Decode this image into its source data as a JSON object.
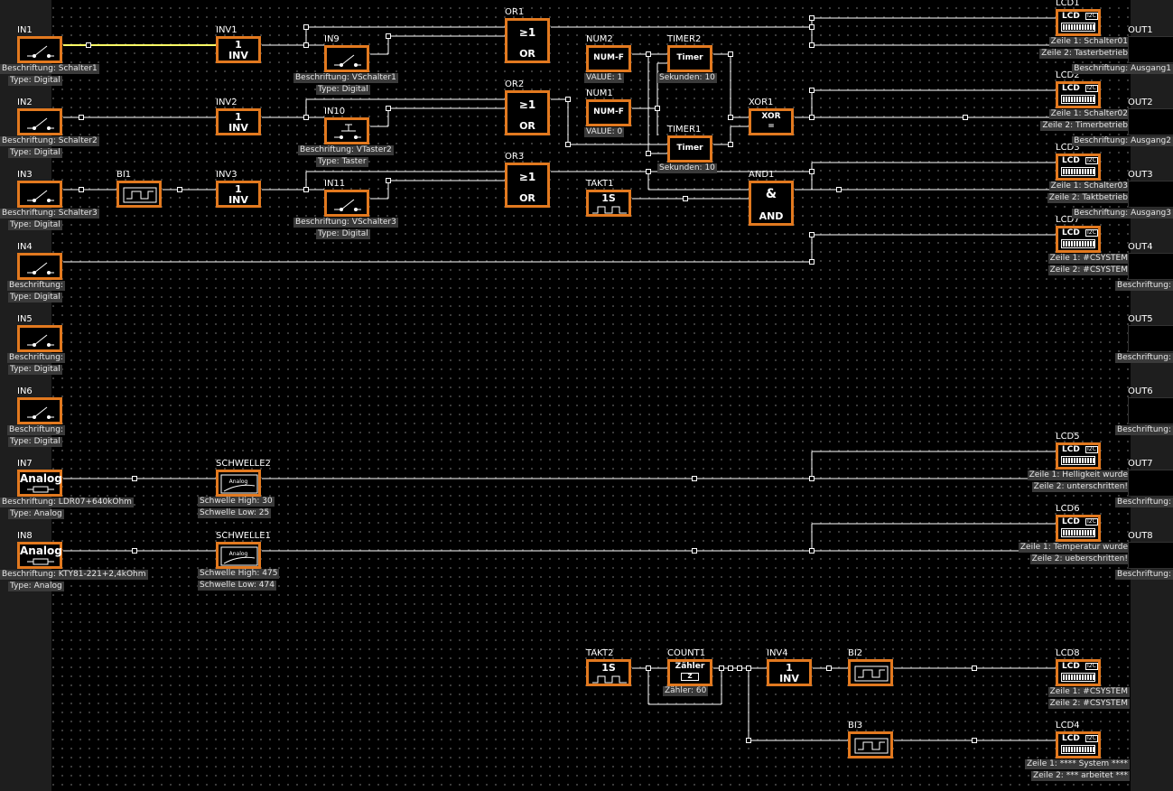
{
  "inputs": [
    {
      "name": "IN1",
      "caption": "Beschriftung: Schalter1",
      "type": "Type: Digital",
      "kind": "switch"
    },
    {
      "name": "IN2",
      "caption": "Beschriftung: Schalter2",
      "type": "Type: Digital",
      "kind": "switch"
    },
    {
      "name": "IN3",
      "caption": "Beschriftung: Schalter3",
      "type": "Type: Digital",
      "kind": "switch"
    },
    {
      "name": "IN4",
      "caption": "Beschriftung:",
      "type": "Type: Digital",
      "kind": "switch"
    },
    {
      "name": "IN5",
      "caption": "Beschriftung:",
      "type": "Type: Digital",
      "kind": "switch"
    },
    {
      "name": "IN6",
      "caption": "Beschriftung:",
      "type": "Type: Digital",
      "kind": "switch"
    },
    {
      "name": "IN7",
      "caption": "Beschriftung: LDR07+640kOhm",
      "type": "Type: Analog",
      "kind": "analog",
      "label": "Analog"
    },
    {
      "name": "IN8",
      "caption": "Beschriftung: KTY81-221+2,4kOhm",
      "type": "Type: Analog",
      "kind": "analog",
      "label": "Analog"
    }
  ],
  "outputs": [
    {
      "name": "OUT1",
      "caption": "Beschriftung: Ausgang1"
    },
    {
      "name": "OUT2",
      "caption": "Beschriftung: Ausgang2"
    },
    {
      "name": "OUT3",
      "caption": "Beschriftung: Ausgang3"
    },
    {
      "name": "OUT4",
      "caption": "Beschriftung:"
    },
    {
      "name": "OUT5",
      "caption": "Beschriftung:"
    },
    {
      "name": "OUT6",
      "caption": "Beschriftung:"
    },
    {
      "name": "OUT7",
      "caption": "Beschriftung:"
    },
    {
      "name": "OUT8",
      "caption": "Beschriftung:"
    }
  ],
  "inverters": [
    {
      "name": "INV1",
      "top": "1",
      "bottom": "INV"
    },
    {
      "name": "INV2",
      "top": "1",
      "bottom": "INV"
    },
    {
      "name": "INV3",
      "top": "1",
      "bottom": "INV"
    },
    {
      "name": "INV4",
      "top": "1",
      "bottom": "INV"
    }
  ],
  "virtual_inputs": [
    {
      "name": "IN9",
      "caption": "Beschriftung: VSchalter1",
      "type": "Type: Digital"
    },
    {
      "name": "IN10",
      "caption": "Beschriftung: VTaster2",
      "type": "Type: Taster"
    },
    {
      "name": "IN11",
      "caption": "Beschriftung: VSchalter3",
      "type": "Type: Digital"
    }
  ],
  "or_gates": [
    {
      "name": "OR1",
      "top": "≥1",
      "bottom": "OR"
    },
    {
      "name": "OR2",
      "top": "≥1",
      "bottom": "OR"
    },
    {
      "name": "OR3",
      "top": "≥1",
      "bottom": "OR"
    }
  ],
  "numbers": [
    {
      "name": "NUM2",
      "label": "NUM-F",
      "value": "VALUE: 1"
    },
    {
      "name": "NUM1",
      "label": "NUM-F",
      "value": "VALUE: 0"
    }
  ],
  "timers": [
    {
      "name": "TIMER2",
      "label": "Timer",
      "info": "Sekunden: 10"
    },
    {
      "name": "TIMER1",
      "label": "Timer",
      "info": "Sekunden: 10"
    }
  ],
  "xor": {
    "name": "XOR1",
    "top": "XOR",
    "bottom": "="
  },
  "and": {
    "name": "AND1",
    "top": "&",
    "bottom": "AND"
  },
  "takts": [
    {
      "name": "TAKT1",
      "label": "1S"
    },
    {
      "name": "TAKT2",
      "label": "1S"
    }
  ],
  "bis": [
    {
      "name": "BI1"
    },
    {
      "name": "BI2"
    },
    {
      "name": "BI3"
    }
  ],
  "thresholds": [
    {
      "name": "SCHWELLE2",
      "label": "Analog",
      "high": "Schwelle High: 30",
      "low": "Schwelle Low: 25"
    },
    {
      "name": "SCHWELLE1",
      "label": "Analog",
      "high": "Schwelle High: 475",
      "low": "Schwelle Low: 474"
    }
  ],
  "counter": {
    "name": "COUNT1",
    "label": "Zähler",
    "sub": "Z",
    "info": "Zähler: 60"
  },
  "lcd_tag": "LCD",
  "lcd_i2c": "I2C",
  "lcds": [
    {
      "name": "LCD1",
      "line1": "Zeile 1: Schalter01",
      "line2": "Zeile 2: Tasterbetrieb"
    },
    {
      "name": "LCD2",
      "line1": "Zeile 1: Schalter02",
      "line2": "Zeile 2: Timerbetrieb"
    },
    {
      "name": "LCD3",
      "line1": "Zeile 1: Schalter03",
      "line2": "Zeile 2: Taktbetrieb"
    },
    {
      "name": "LCD7",
      "line1": "Zeile 1: #CSYSTEM",
      "line2": "Zeile 2: #CSYSTEM"
    },
    {
      "name": "LCD5",
      "line1": "Zeile 1: Helligkeit wurde",
      "line2": "Zeile 2: unterschritten!"
    },
    {
      "name": "LCD6",
      "line1": "Zeile 1: Temperatur wurde",
      "line2": "Zeile 2: ueberschritten!"
    },
    {
      "name": "LCD8",
      "line1": "Zeile 1: #CSYSTEM",
      "line2": "Zeile 2: #CSYSTEM"
    },
    {
      "name": "LCD4",
      "line1": "Zeile 1: **** System ****",
      "line2": "Zeile 2: *** arbeitet ***"
    }
  ],
  "colors": {
    "block_border": "#e2791f",
    "wire": "#ffffff",
    "active_wire": "#ffff66",
    "sidebar": "#1e1e1e",
    "info_bg": "#3a3a3a",
    "port": "#33cc33"
  }
}
